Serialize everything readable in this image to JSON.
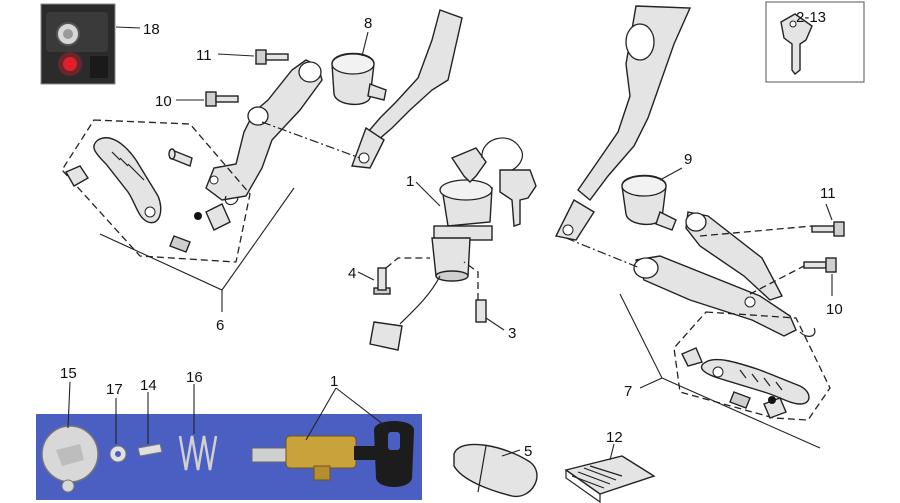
{
  "callouts": {
    "c1a": "1",
    "c1b": "1",
    "c3": "3",
    "c4": "4",
    "c5": "5",
    "c6": "6",
    "c7": "7",
    "c8": "8",
    "c9": "9",
    "c10a": "10",
    "c10b": "10",
    "c11a": "11",
    "c11b": "11",
    "c12": "12",
    "c14": "14",
    "c15": "15",
    "c16": "16",
    "c17": "17",
    "c18": "18",
    "c213": "2-13"
  },
  "colors": {
    "photo_panel_bg": "#4a5fc1",
    "photo_dash_bg": "#2b2b2b",
    "indicator_red": "#e0202a",
    "brass": "#c9a23c",
    "key_black": "#1c1c1c"
  }
}
